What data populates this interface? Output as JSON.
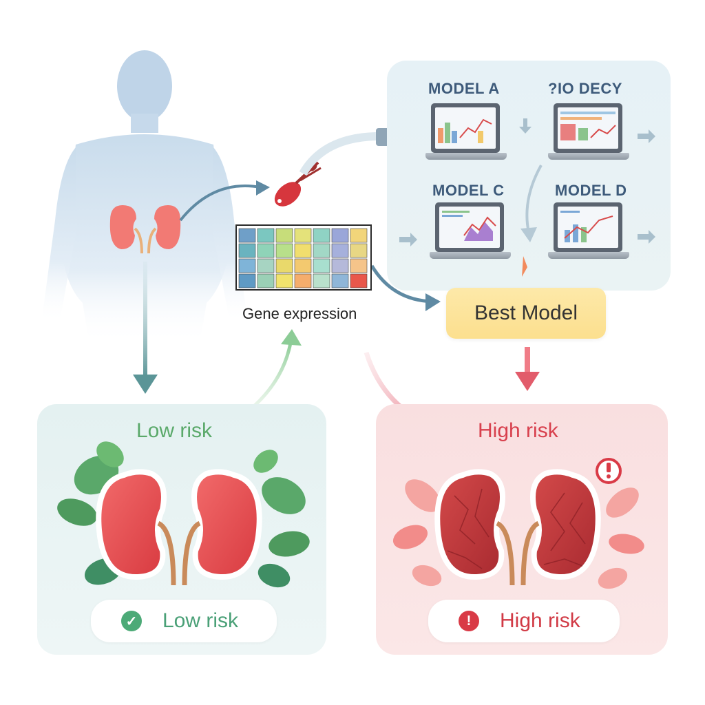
{
  "models": {
    "labels": [
      "MODEL A",
      "?IO DECY",
      "MODEL C",
      "MODEL D"
    ]
  },
  "gene_expression": {
    "label": "Gene expression",
    "heatmap_colors": [
      [
        "#6f9fc8",
        "#7bc7c0",
        "#c7dd7a",
        "#e4e27a",
        "#8fd3c4",
        "#9aa6d9",
        "#f2d57a"
      ],
      [
        "#6ab3bf",
        "#8fd3b8",
        "#b8e08a",
        "#f1de6e",
        "#a2d8c6",
        "#a6b0dc",
        "#e8d784"
      ],
      [
        "#7fb4d8",
        "#a7d4c2",
        "#e9d96b",
        "#f3c96f",
        "#a8dfcf",
        "#b5b9da",
        "#f5c48a"
      ],
      [
        "#5f9ac4",
        "#9bd0b6",
        "#f1e36d",
        "#f5ad6c",
        "#b9e1cc",
        "#8fb6d8",
        "#e9574b"
      ]
    ]
  },
  "best_model": {
    "label": "Best Model"
  },
  "low_risk": {
    "title": "Low risk",
    "pill_label": "Low risk",
    "icon": "check-icon"
  },
  "high_risk": {
    "title": "High risk",
    "pill_label": "High risk",
    "icon": "exclamation-icon",
    "alert_symbol": "!"
  },
  "colors": {
    "low_accent": "#5aa96a",
    "high_accent": "#d8404d",
    "arrow_blue": "#5f8aa3",
    "arrow_green": "#a6d3a7",
    "arrow_red": "#e5697a"
  }
}
